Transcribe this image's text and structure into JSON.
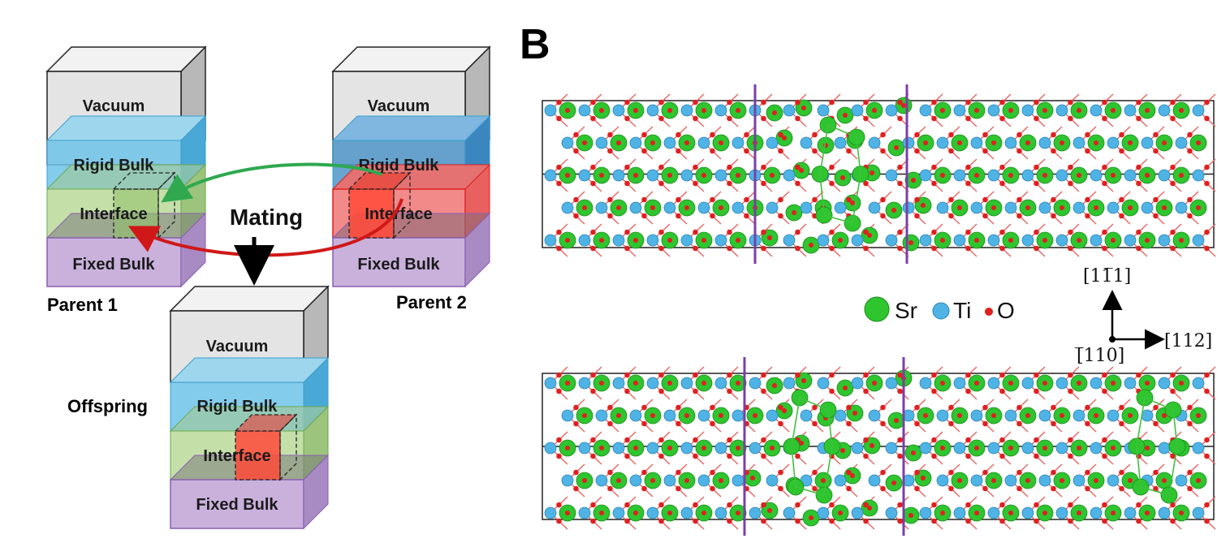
{
  "panel_a": {
    "layers": {
      "vacuum": "Vacuum",
      "rigid_bulk": "Rigid Bulk",
      "interface": "Interface",
      "fixed_bulk": "Fixed Bulk"
    },
    "parent1_label": "Parent 1",
    "parent2_label": "Parent 2",
    "offspring_label": "Offspring",
    "mating_label": "Mating"
  },
  "panel_b": {
    "panel_label": "B",
    "legend": [
      {
        "name": "Sr",
        "color": "#2ec52e"
      },
      {
        "name": "Ti",
        "color": "#4fb3e6"
      },
      {
        "name": "O",
        "color": "#e02020"
      }
    ],
    "axes": {
      "up": "[11̅1]",
      "right": "[112]",
      "origin": "[̅110]"
    },
    "colors": {
      "boundary_line": "#7b3fa8",
      "bond": "#e46a6a",
      "sr_polygon": "#3fc23f"
    }
  },
  "colors": {
    "vacuum_fill": "#e4e4e4",
    "rigid_fill": "#6ec3e8",
    "interface_fill": "#bfdca0",
    "fixed_fill": "#c9b1dc",
    "parent2_interface": "#f28a8a",
    "highlight_red": "#ff4a3a",
    "arrow_green": "#2fa84f",
    "arrow_red": "#d01818"
  }
}
